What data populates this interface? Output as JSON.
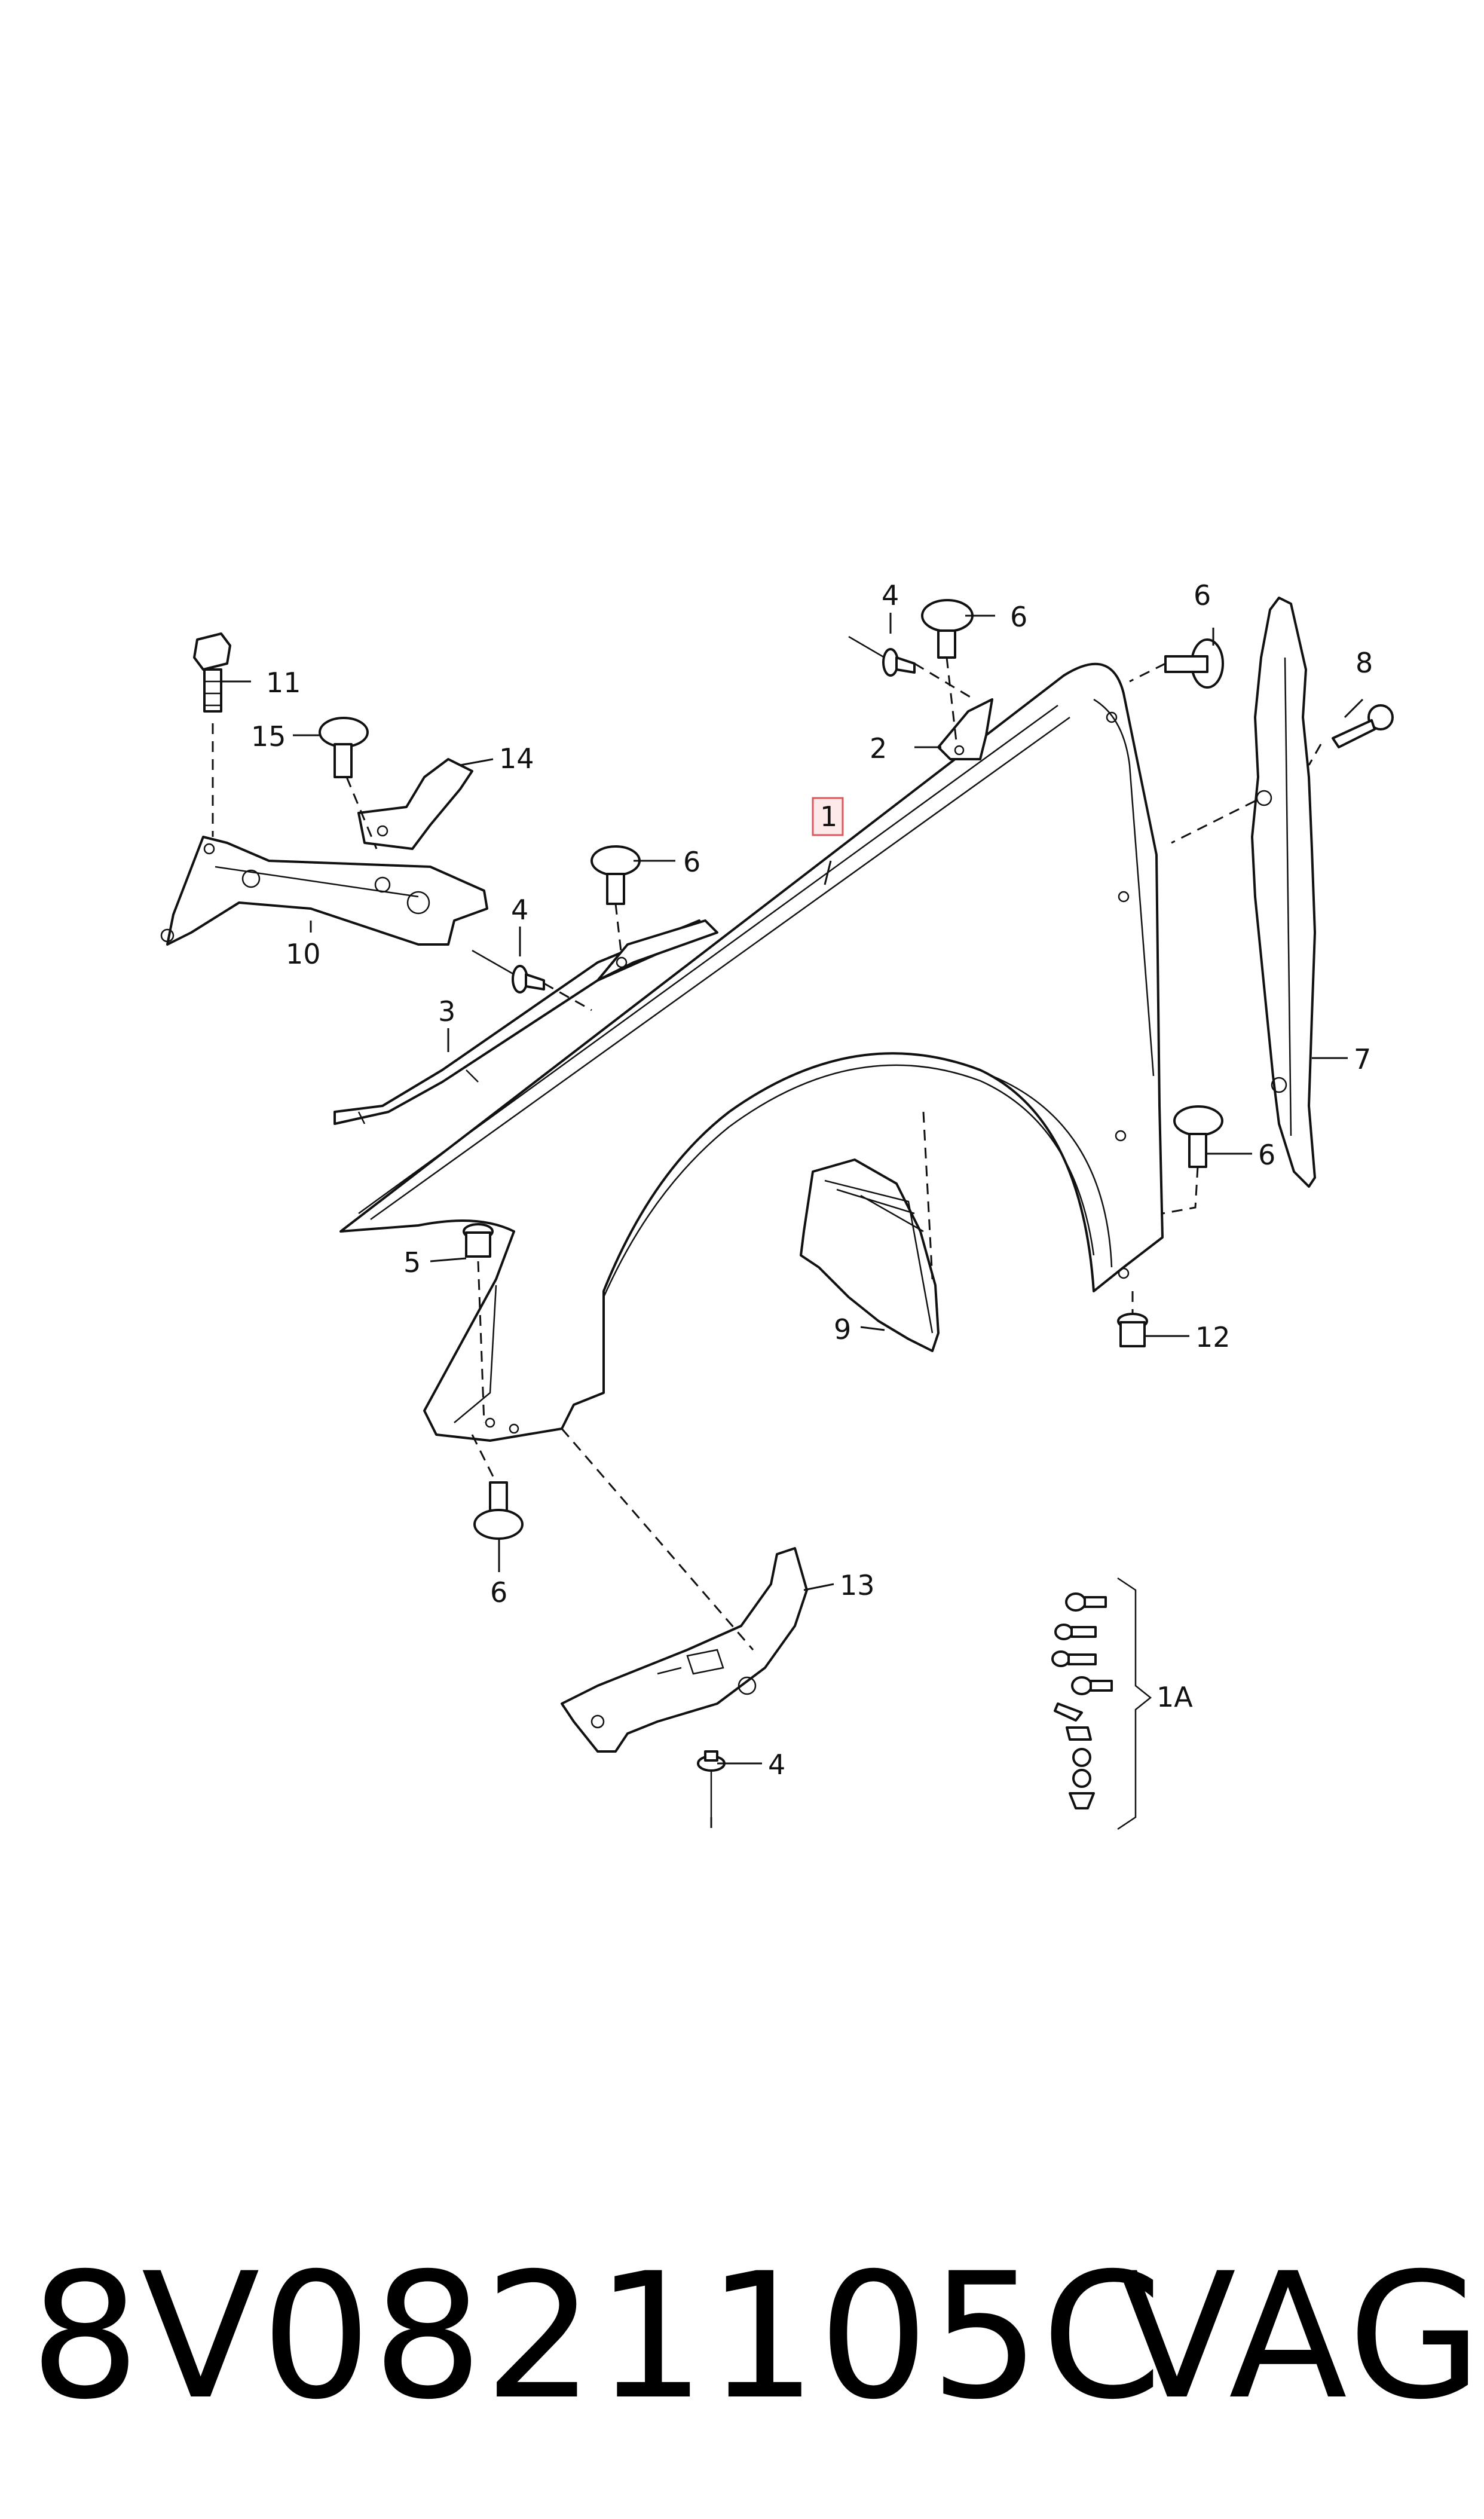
{
  "callouts": {
    "c1": "1",
    "c1a": "1A",
    "c2": "2",
    "c3": "3",
    "c4a": "4",
    "c4b": "4",
    "c4c": "4",
    "c5": "5",
    "c6a": "6",
    "c6b": "6",
    "c6c": "6",
    "c6d": "6",
    "c6e": "6",
    "c7": "7",
    "c8": "8",
    "c9": "9",
    "c10": "10",
    "c11": "11",
    "c12": "12",
    "c13": "13",
    "c14": "14",
    "c15": "15"
  },
  "footer": {
    "part_number": "8V0821105C",
    "brand": "VAG"
  },
  "colors": {
    "ink": "#111111",
    "highlight_fill": "#fde9ea",
    "highlight_stroke": "#d8595f"
  }
}
